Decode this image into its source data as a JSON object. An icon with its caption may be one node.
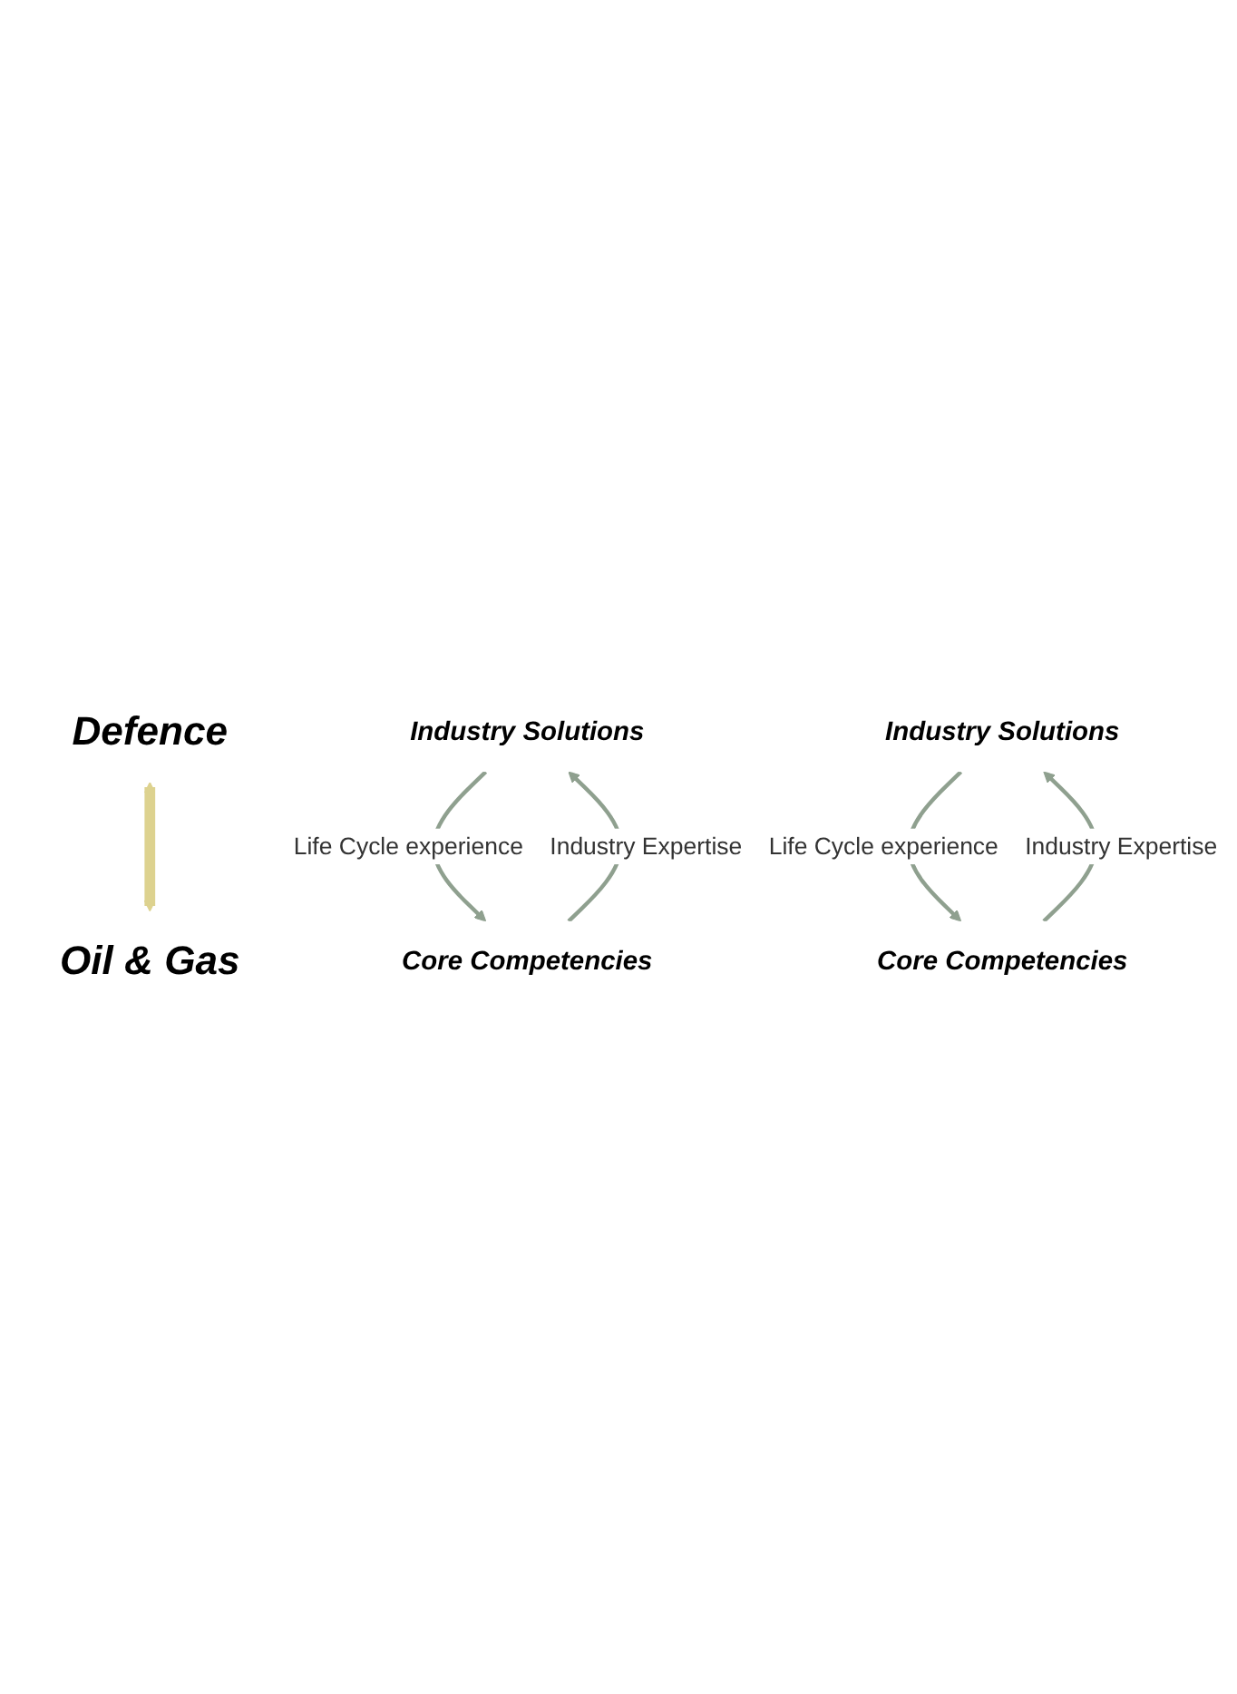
{
  "diagram": {
    "nodes": [
      {
        "text": [
          "Defence"
        ]
      },
      {
        "text": [
          "Industry Solutions"
        ]
      },
      {
        "text": [
          "Core Competencies"
        ]
      },
      {
        "text": [
          "Industry Solutions"
        ]
      },
      {
        "text": [
          "Core Competencies"
        ]
      },
      {
        "text": [
          "Oil & Gas"
        ]
      }
    ],
    "edges": [
      {
        "from": 2,
        "to": 1,
        "arrow": "to",
        "label": "Industry Expertise"
      },
      {
        "from": 1,
        "to": 2,
        "arrow": "to",
        "label": "Life Cycle experience"
      },
      {
        "from": 0,
        "to": 5,
        "arrow": "both",
        "style": "thick",
        "color": "#ddd28f"
      },
      {
        "from": 4,
        "to": 3,
        "arrow": "to",
        "label": "Industry Expertise"
      },
      {
        "from": 3,
        "to": 4,
        "arrow": "to",
        "label": "Life Cycle experience"
      }
    ]
  }
}
